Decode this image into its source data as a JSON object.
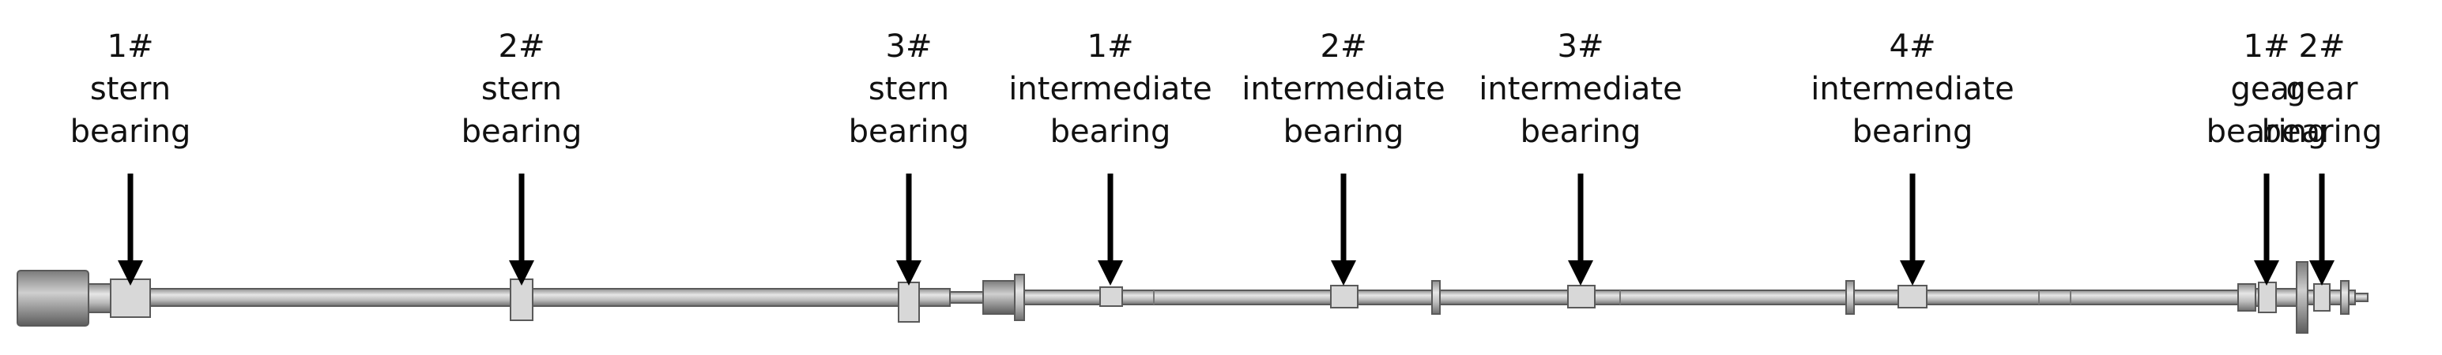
{
  "bearings": [
    {
      "lines": [
        "1#",
        "stern",
        "bearing"
      ]
    },
    {
      "lines": [
        "2#",
        "stern",
        "bearing"
      ]
    },
    {
      "lines": [
        "3#",
        "stern",
        "bearing"
      ]
    },
    {
      "lines": [
        "1#",
        "intermediate",
        "bearing"
      ]
    },
    {
      "lines": [
        "2#",
        "intermediate",
        "bearing"
      ]
    },
    {
      "lines": [
        "3#",
        "intermediate",
        "bearing"
      ]
    },
    {
      "lines": [
        "4#",
        "intermediate",
        "bearing"
      ]
    },
    {
      "lines": [
        "1#",
        "gear",
        "bearing"
      ]
    },
    {
      "lines": [
        "2#",
        "gear",
        "bearing"
      ]
    }
  ],
  "colors": {
    "shaft": "#c9c9c9",
    "shaft_edge": "#6f6f6f",
    "text": "#111111",
    "arrow": "#000000"
  }
}
